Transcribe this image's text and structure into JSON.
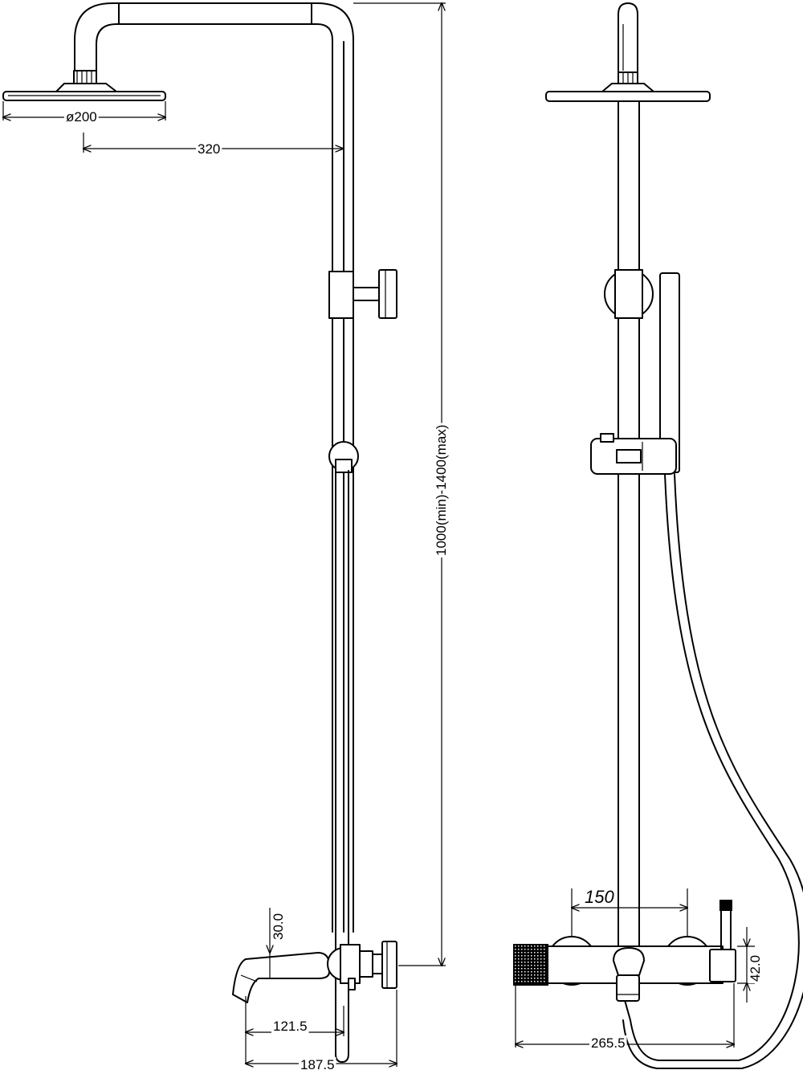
{
  "dimensions": {
    "head_diameter": "ø200",
    "arm_reach": "320",
    "height_range": "1000(min)-1400(max)",
    "spout_height": "30.0",
    "spout_projection": "121.5",
    "total_depth": "187.5",
    "center_distance": "150",
    "handle_height": "42.0",
    "total_width": "265.5"
  }
}
